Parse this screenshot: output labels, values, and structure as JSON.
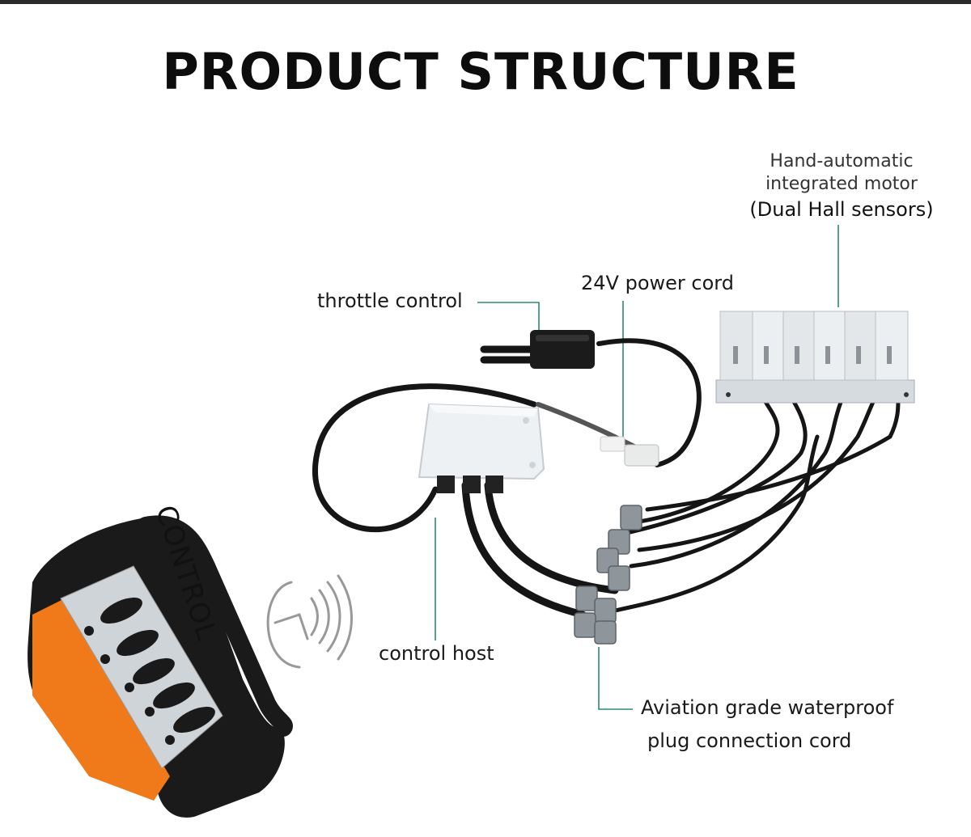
{
  "title": "PRODUCT STRUCTURE",
  "labels": {
    "motor_line1": "Hand-automatic",
    "motor_line2": "integrated motor",
    "motor_line3": "(Dual Hall sensors)",
    "power_cord": "24V power cord",
    "throttle": "throttle control",
    "control_host": "control host",
    "plug_line1": "Aviation grade waterproof",
    "plug_line2": "plug connection cord",
    "control": "CONTROL"
  },
  "colors": {
    "leader_line": "#2e8b6f",
    "remote_orange": "#f07a1a",
    "remote_black": "#1a1a1a",
    "box_white": "#eef1f3",
    "cable": "#151515"
  }
}
